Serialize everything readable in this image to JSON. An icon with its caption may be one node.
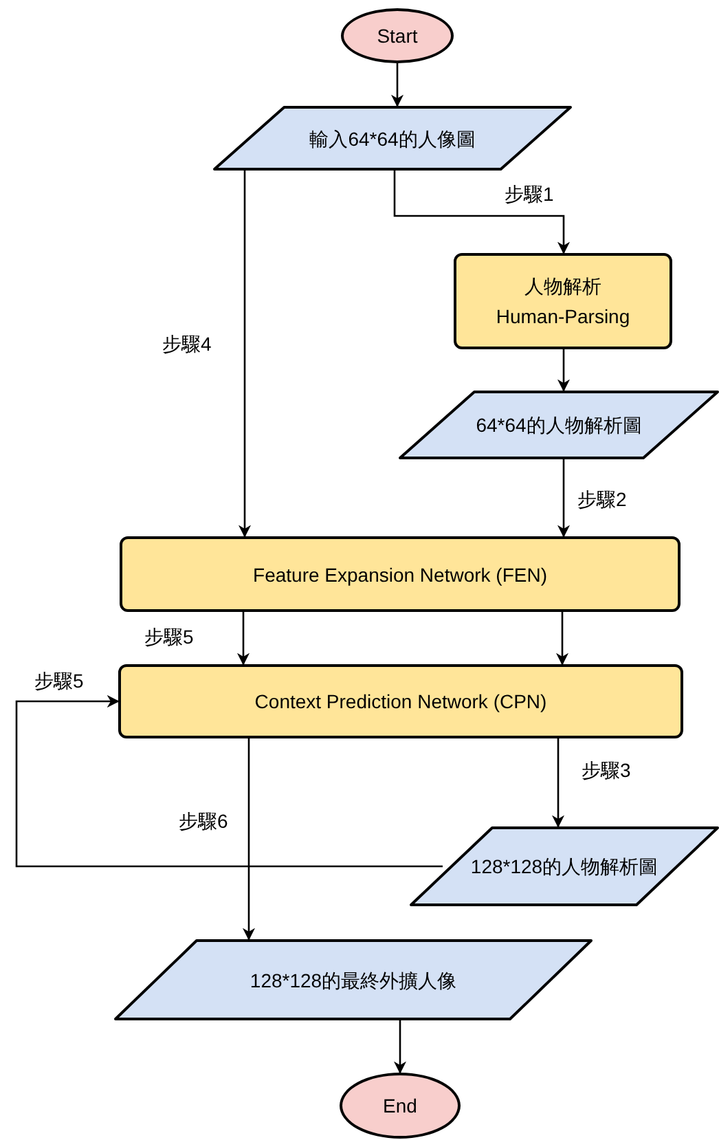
{
  "diagram": {
    "nodes": [
      {
        "text": [
          "Start"
        ]
      },
      {
        "text": [
          "輸入64*64的人像圖"
        ]
      },
      {
        "text": [
          "人物解析",
          "Human-Parsing"
        ]
      },
      {
        "text": [
          "64*64的人物解析圖"
        ]
      },
      {
        "text": [
          "Feature Expansion Network (FEN)"
        ]
      },
      {
        "text": [
          "Context Prediction Network (CPN)"
        ]
      },
      {
        "text": [
          "128*128的人物解析圖"
        ]
      },
      {
        "text": [
          "128*128的最終外擴人像"
        ]
      },
      {
        "text": [
          "End"
        ]
      }
    ],
    "edges": [
      {
        "from": 0,
        "to": 1,
        "arrow": "to"
      },
      {
        "from": 1,
        "to": 2,
        "arrow": "to",
        "label": "步驟1"
      },
      {
        "from": 1,
        "to": 4,
        "arrow": "to",
        "label": "步驟4"
      },
      {
        "from": 2,
        "to": 3,
        "arrow": "to"
      },
      {
        "from": 3,
        "to": 4,
        "arrow": "to",
        "label": "步驟2"
      },
      {
        "from": 4,
        "to": 5,
        "arrow": "to",
        "label": "步驟5"
      },
      {
        "from": 4,
        "to": 5,
        "arrow": "to"
      },
      {
        "from": 6,
        "to": 5,
        "arrow": "to",
        "label": "步驟5"
      },
      {
        "from": 5,
        "to": 6,
        "arrow": "to",
        "label": "步驟3"
      },
      {
        "from": 5,
        "to": 7,
        "arrow": "to",
        "label": "步驟6"
      },
      {
        "from": 7,
        "to": 8,
        "arrow": "to"
      }
    ]
  }
}
